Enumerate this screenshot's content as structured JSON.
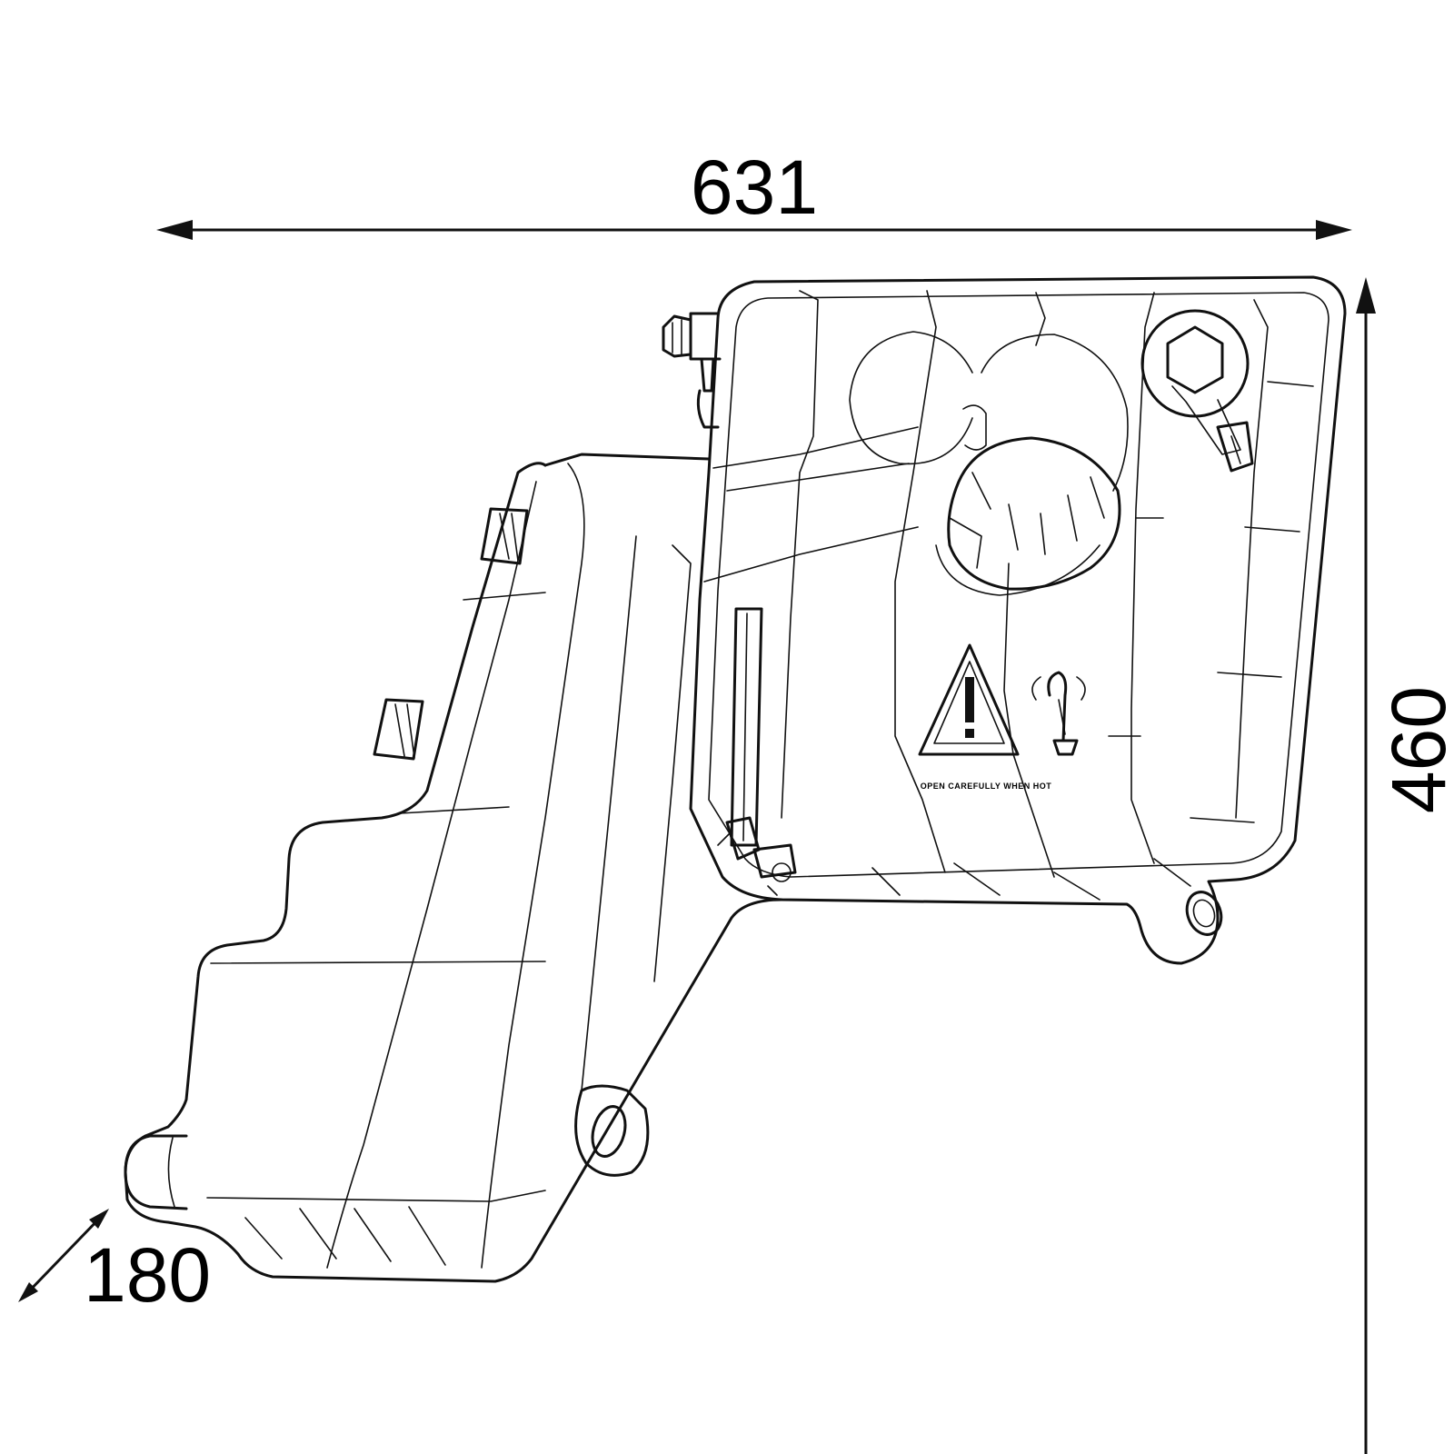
{
  "dimensions": {
    "width": {
      "value": "631"
    },
    "height": {
      "value": "460"
    },
    "depth": {
      "value": "180"
    }
  },
  "warning_label": {
    "text": "OPEN CAREFULLY WHEN HOT",
    "icon": "warning-triangle-icon",
    "hot_icon": "hot-steam-icon"
  },
  "colors": {
    "line": "#111111",
    "background": "#ffffff"
  }
}
